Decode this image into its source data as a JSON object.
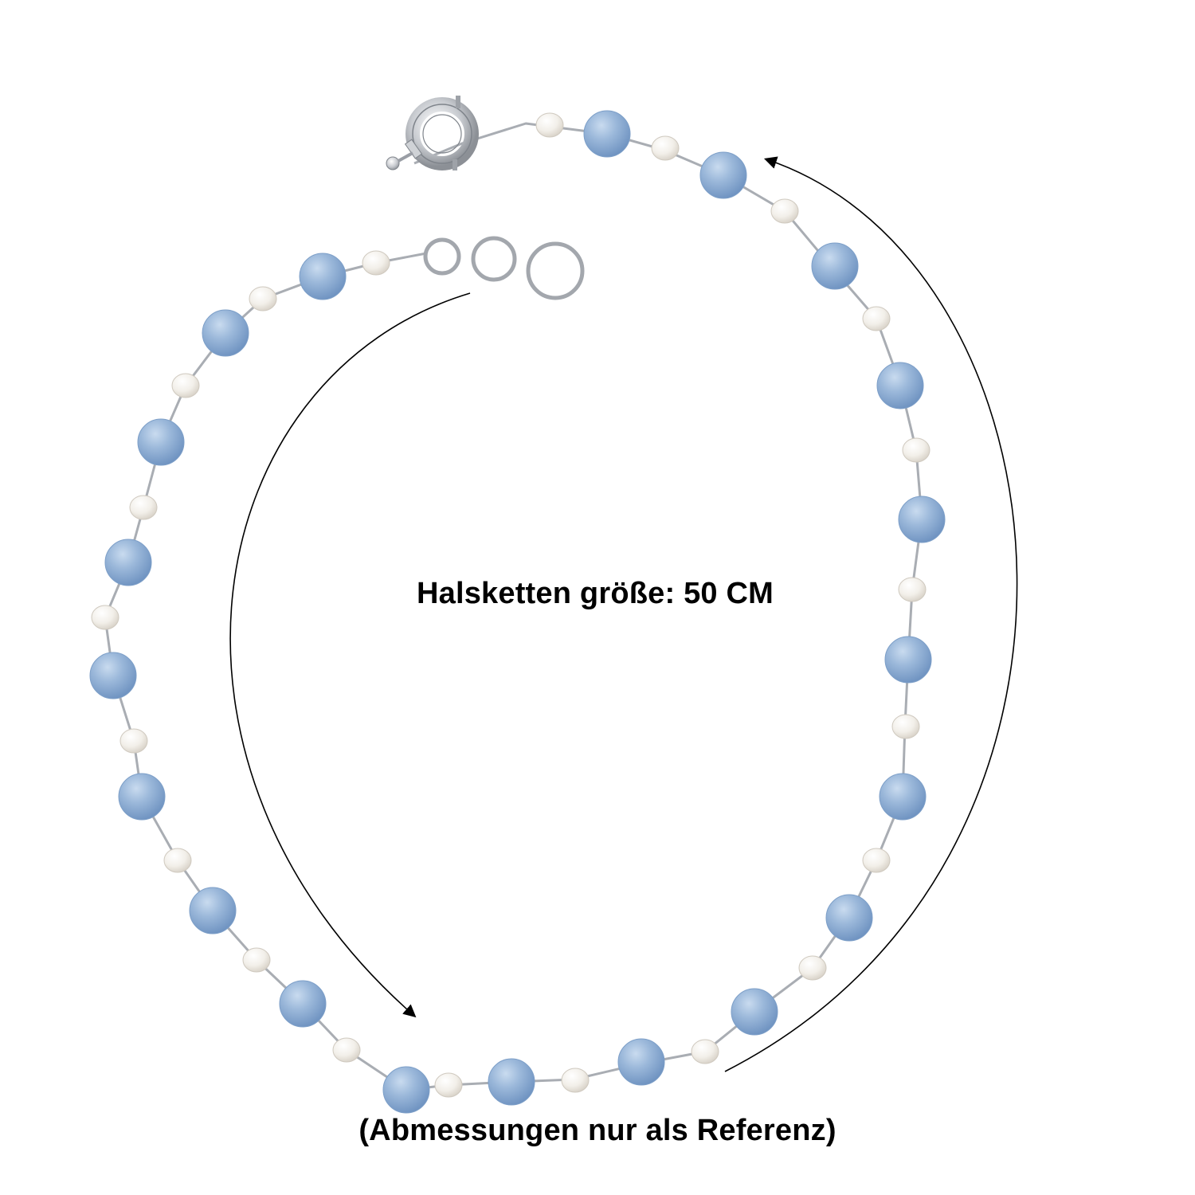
{
  "product_image": {
    "subject": "necklace",
    "bead_color": "#8eaed3",
    "pearl_color": "#f4f2ee",
    "metal_color": "#b9bcc2",
    "arrow_color": "#000000"
  },
  "texts": {
    "size_label": "Halsketten größe: 50 CM",
    "reference_note": "(Abmessungen nur als Referenz)"
  }
}
